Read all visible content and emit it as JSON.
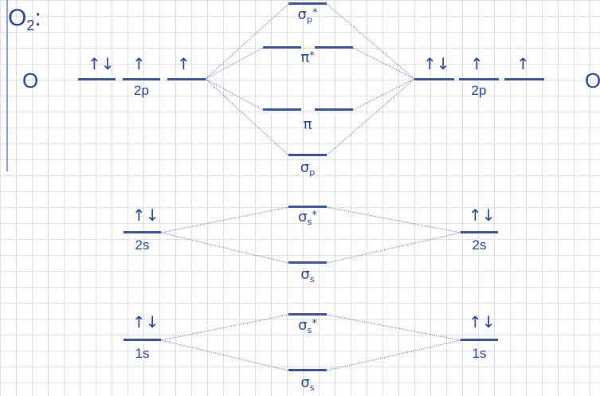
{
  "title": {
    "main": "O",
    "sub": "2",
    "suffix": ":"
  },
  "atoms": {
    "left": "O",
    "right": "O"
  },
  "orbitals": {
    "p_left_labels": [
      "↑↓",
      "↑",
      "↑"
    ],
    "p_right_labels": [
      "↑↓",
      "↑",
      "↑"
    ],
    "p_label": "2p",
    "s2_label": "2s",
    "s1_label": "1s",
    "s_electrons": "↑↓"
  },
  "mo": {
    "sigma": "σ",
    "pi": "π",
    "sub_p": "p",
    "sub_s": "s",
    "star": "*"
  },
  "colors": {
    "primary": "#2a46a8",
    "level": "#3b55b0",
    "connector": "#4a5fb0"
  }
}
